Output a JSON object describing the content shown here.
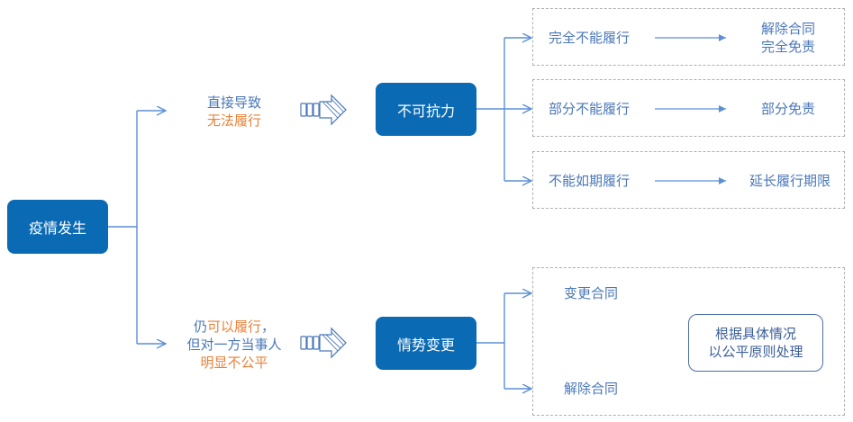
{
  "nodes": {
    "outbreak": "疫情发生",
    "force_majeure": "不可抗力",
    "changed_circumstances": "情势变更"
  },
  "upper_branch": {
    "line1": "直接导致",
    "line2": "无法履行"
  },
  "lower_branch": {
    "line1_a": "仍",
    "line1_b": "可以履行",
    "line1_c": "，",
    "line2": "但对一方当事人",
    "line3": "明显不公平"
  },
  "force_majeure_outcomes": [
    {
      "case": "完全不能履行",
      "result_line1": "解除合同",
      "result_line2": "完全免责"
    },
    {
      "case": "部分不能履行",
      "result_line1": "部分免责",
      "result_line2": ""
    },
    {
      "case": "不能如期履行",
      "result_line1": "延长履行期限",
      "result_line2": ""
    }
  ],
  "changed_circumstances_outcomes": {
    "option1": "变更合同",
    "option2": "解除合同",
    "principle_line1": "根据具体情况",
    "principle_line2": "以公平原则处理"
  },
  "colors": {
    "node_fill": "#0b6ab4",
    "line": "#5b8fd4",
    "text_blue": "#4a77b8",
    "text_orange": "#e8823a",
    "dashed_border": "#b0b0b0"
  }
}
